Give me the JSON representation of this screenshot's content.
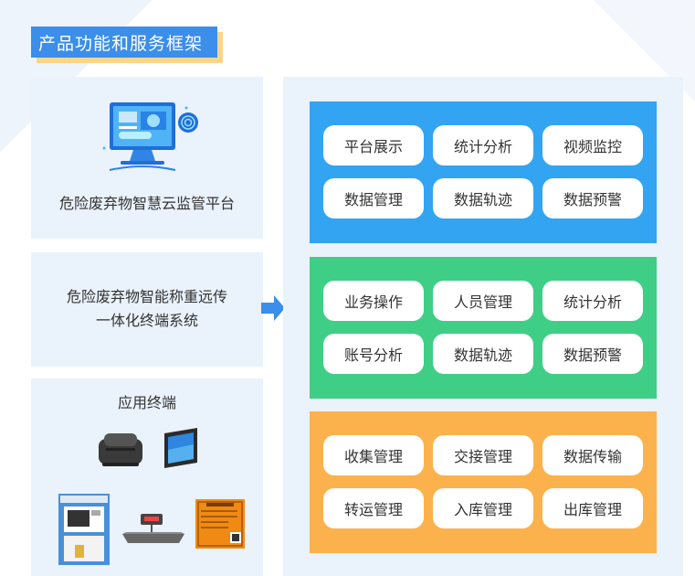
{
  "title": "产品功能和服务框架",
  "left": {
    "cloud_platform": "危险废弃物智慧云监管平台",
    "weighing_line1": "危险废弃物智能称重远传",
    "weighing_line2": "一体化终端系统",
    "terminals": "应用终端"
  },
  "groups": [
    {
      "color": "#33a4f2",
      "items": [
        "平台展示",
        "统计分析",
        "视频监控",
        "数据管理",
        "数据轨迹",
        "数据预警"
      ]
    },
    {
      "color": "#3fce86",
      "items": [
        "业务操作",
        "人员管理",
        "统计分析",
        "账号分析",
        "数据轨迹",
        "数据预警"
      ]
    },
    {
      "color": "#fcb24c",
      "items": [
        "收集管理",
        "交接管理",
        "数据传输",
        "转运管理",
        "入库管理",
        "出库管理"
      ]
    }
  ],
  "colors": {
    "title_bg": "#3b8ee9",
    "title_shadow": "#fbd58a",
    "panel_bg": "#eaf2fb",
    "arrow": "#3b8ee9"
  },
  "icons": [
    "computer-monitor-icon",
    "fingerprint-icon",
    "label-printer-icon",
    "rugged-tablet-icon",
    "weighing-terminal-cabinet-icon",
    "floor-scale-icon",
    "hazard-label-icon",
    "right-arrow-icon"
  ]
}
